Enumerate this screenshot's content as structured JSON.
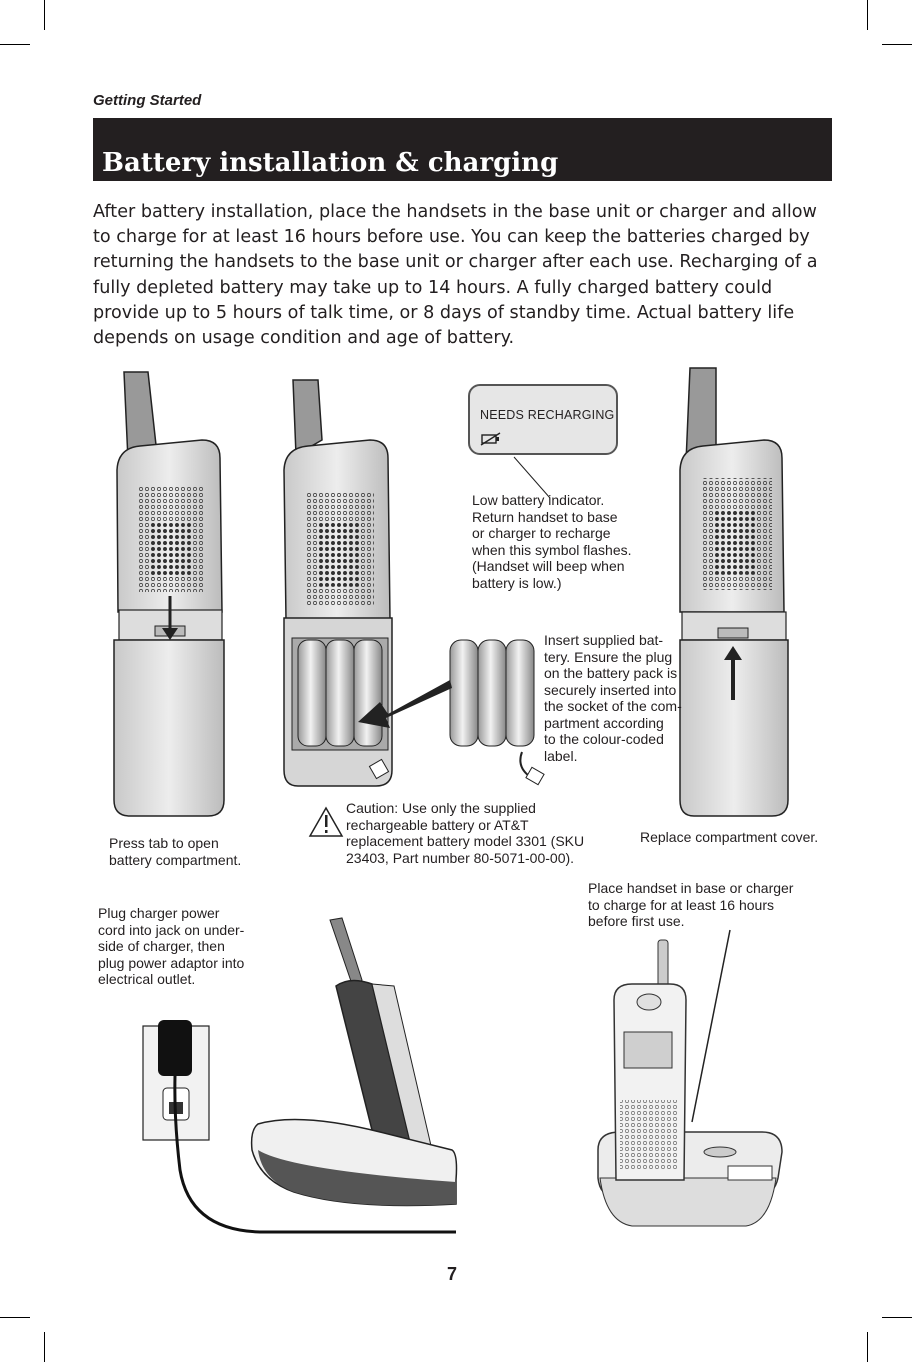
{
  "section_label": "Getting Started",
  "title": "Battery installation & charging",
  "intro": "After battery installation, place the handsets in the base unit or charger and allow to charge for at least 16 hours before use. You can keep the batteries charged by returning the handsets to the base unit or charger after each use. Recharging of a fully depleted battery may take up to 14 hours. A fully charged battery could provide up to 5 hours of talk time, or 8 days of standby time. Actual battery life depends on usage condition and age of battery.",
  "lcd": {
    "text": "NEEDS RECHARGING",
    "icon": "battery-crossed-icon"
  },
  "captions": {
    "press_tab": [
      "Press tab to open",
      "battery compartment."
    ],
    "low_battery": [
      "Low battery indicator.",
      "Return handset to base",
      "or charger to recharge",
      "when this symbol flashes.",
      "(Handset will beep when",
      "battery is low.)"
    ],
    "insert_battery": [
      "Insert supplied bat-",
      "tery. Ensure the plug",
      "on the battery pack is",
      "securely inserted into",
      "the socket of the com-",
      "partment according",
      "to the colour-coded",
      "label."
    ],
    "caution": [
      "Caution: Use only the supplied",
      "rechargeable battery or AT&T",
      "replacement battery model 3301 (SKU",
      "23403, Part number 80-5071-00-00)."
    ],
    "replace_cover": [
      "Replace compartment cover."
    ],
    "plug_charger": [
      "Plug charger power",
      "cord into jack on under-",
      "side of charger, then",
      "plug power adaptor into",
      "electrical outlet."
    ],
    "place_handset": [
      "Place handset in base or charger",
      "to charge for at least 16 hours",
      "before first use."
    ]
  },
  "page_number": "7",
  "colors": {
    "title_bar": "#231f20",
    "title_text": "#ffffff",
    "text": "#231f20"
  }
}
